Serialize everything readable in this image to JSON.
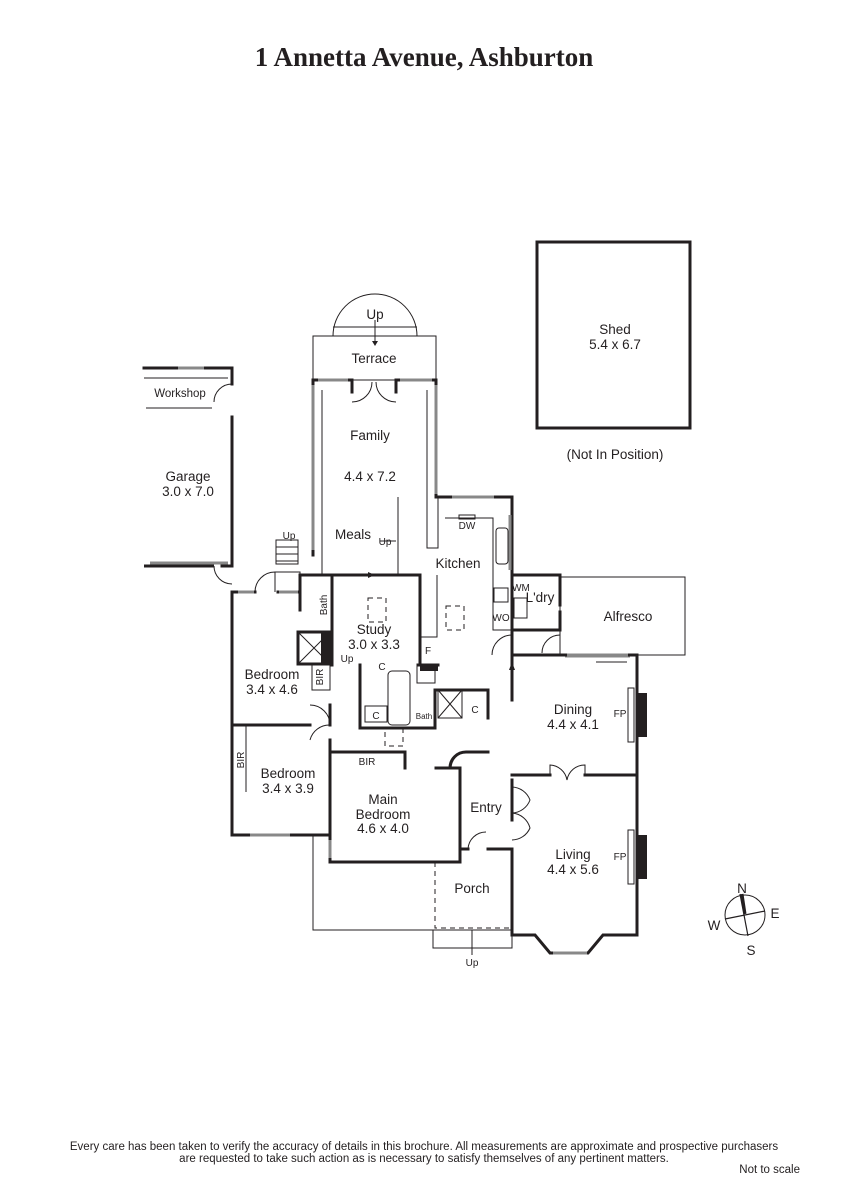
{
  "title": "1 Annetta Avenue, Ashburton",
  "rooms": {
    "shed": {
      "name": "Shed",
      "size": "5.4 x 6.7",
      "note": "(Not In Position)"
    },
    "workshop": {
      "name": "Workshop"
    },
    "garage": {
      "name": "Garage",
      "size": "3.0 x 7.0"
    },
    "terrace": {
      "name": "Terrace"
    },
    "family": {
      "name": "Family",
      "size": "4.4 x 7.2"
    },
    "meals": {
      "name": "Meals"
    },
    "kitchen": {
      "name": "Kitchen"
    },
    "study": {
      "name": "Study",
      "size": "3.0 x 3.3"
    },
    "bedroom1": {
      "name": "Bedroom",
      "size": "3.4 x 4.6"
    },
    "bedroom2": {
      "name": "Bedroom",
      "size": "3.4 x 3.9"
    },
    "main_bedroom": {
      "name": "Main",
      "name2": "Bedroom",
      "size": "4.6 x 4.0"
    },
    "entry": {
      "name": "Entry"
    },
    "porch": {
      "name": "Porch"
    },
    "dining": {
      "name": "Dining",
      "size": "4.4 x 4.1"
    },
    "living": {
      "name": "Living",
      "size": "4.4 x 5.6"
    },
    "alfresco": {
      "name": "Alfresco"
    },
    "laundry": {
      "name": "L'dry"
    }
  },
  "fixtures": {
    "up": "Up",
    "dw": "DW",
    "wm": "WM",
    "wo": "WO",
    "bath": "Bath",
    "bir": "BIR",
    "c": "C",
    "f": "F",
    "fp": "FP"
  },
  "compass": {
    "n": "N",
    "e": "E",
    "s": "S",
    "w": "W"
  },
  "footer": {
    "line1": "Every care has been taken to verify the accuracy of details in this brochure.  All measurements are approximate and prospective purchasers",
    "line2": "are requested to take such action as is necessary to satisfy themselves of any pertinent matters.",
    "scale": "Not to scale"
  }
}
